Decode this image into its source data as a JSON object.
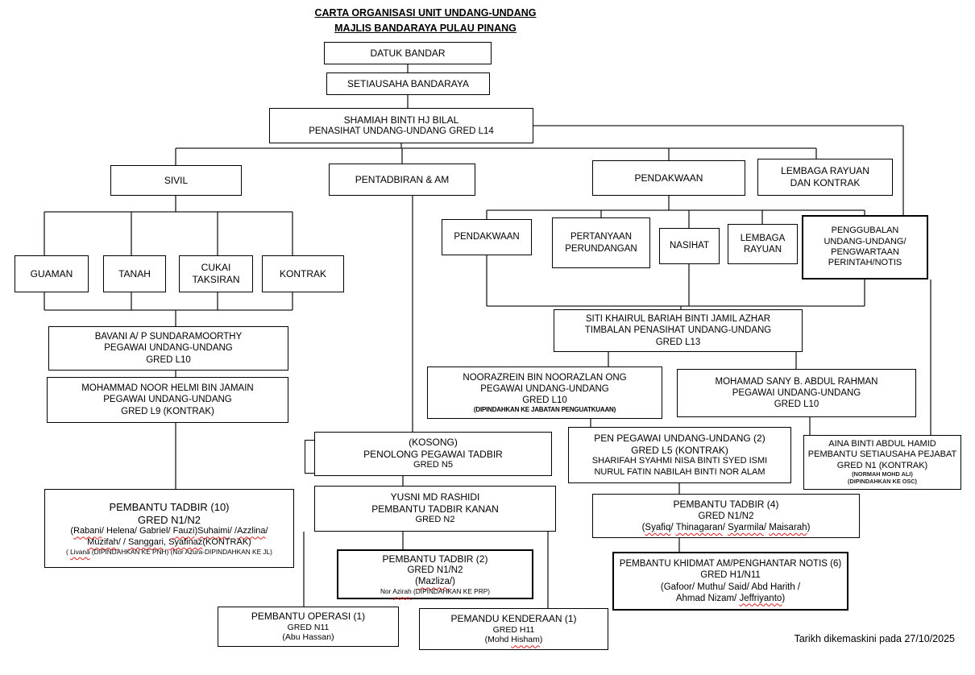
{
  "title": {
    "line1": "CARTA ORGANISASI UNIT UNDANG-UNDANG",
    "line2": "MAJLIS BANDARAYA PULAU PINANG"
  },
  "footer": {
    "updated": "Tarikh dikemaskini pada 27/10/2025"
  },
  "colors": {
    "box_border": "#000000",
    "spellcheck_underline": "#e01b1b",
    "background": "#ffffff",
    "text": "#000000"
  },
  "boxes": {
    "datuk": {
      "lines": [
        "DATUK BANDAR"
      ]
    },
    "setiausaha": {
      "lines": [
        "SETIAUSAHA BANDARAYA"
      ]
    },
    "shamiah": {
      "lines": [
        "SHAMIAH BINTI HJ BILAL",
        "PENASIHAT UNDANG-UNDANG GRED L14"
      ]
    },
    "sivil": {
      "lines": [
        "SIVIL"
      ]
    },
    "pentadbiran": {
      "lines": [
        "PENTADBIRAN & AM"
      ]
    },
    "pendakwaan_main": {
      "lines": [
        "PENDAKWAAN"
      ]
    },
    "lrk": {
      "lines": [
        "LEMBAGA RAYUAN",
        "DAN KONTRAK"
      ]
    },
    "guaman": {
      "lines": [
        "GUAMAN"
      ]
    },
    "tanah": {
      "lines": [
        "TANAH"
      ]
    },
    "cukai": {
      "lines": [
        "CUKAI",
        "TAKSIRAN"
      ]
    },
    "kontrak": {
      "lines": [
        "KONTRAK"
      ]
    },
    "bavani": {
      "lines": [
        "BAVANI A/ P SUNDARAMOORTHY",
        "PEGAWAI UNDANG-UNDANG",
        "GRED L10"
      ]
    },
    "helmi": {
      "lines": [
        "MOHAMMAD NOOR HELMI BIN JAMAIN",
        "PEGAWAI UNDANG-UNDANG",
        "GRED L9 (KONTRAK)"
      ]
    },
    "pt10": {
      "lines": [
        "PEMBANTU TADBIR (10)",
        "GRED N1/N2",
        [
          {
            "t": "("
          },
          {
            "t": "Rabani",
            "w": true
          },
          {
            "t": "/ Helena/ Gabriel/ "
          },
          {
            "t": "Fauzi",
            "w": true
          },
          {
            "t": ")"
          },
          {
            "t": "Suhaimi",
            "w": true
          },
          {
            "t": "/ /"
          },
          {
            "t": "Azzlina",
            "w": true
          },
          {
            "t": "/"
          }
        ],
        [
          {
            "t": "Muzifah",
            "w": true
          },
          {
            "t": "/ / "
          },
          {
            "t": "Sanggari",
            "w": true
          },
          {
            "t": ", "
          },
          {
            "t": "Syafinaz",
            "w": true
          },
          {
            "t": "(KONTRAK)"
          }
        ],
        [
          {
            "t": "( "
          },
          {
            "t": "Livana",
            "w": true
          },
          {
            "t": " (DIPINDAHKAN KE PNH) (Nor Azura-DIPINDAHKAN KE JL)"
          }
        ]
      ]
    },
    "kosong": {
      "lines": [
        "(KOSONG)",
        "PENOLONG PEGAWAI TADBIR",
        "GRED N5"
      ]
    },
    "yusni": {
      "lines": [
        "YUSNI MD RASHIDI",
        "PEMBANTU TADBIR KANAN",
        "GRED N2"
      ]
    },
    "pt2": {
      "lines": [
        "PEMBANTU TADBIR (2)",
        "GRED N1/N2",
        [
          {
            "t": "("
          },
          {
            "t": "Mazliza",
            "w": true
          },
          {
            "t": "/)"
          }
        ],
        [
          {
            "t": "Nor "
          },
          {
            "t": "Azirah",
            "w": true
          },
          {
            "t": " (DIPINDAHKAN KE PRP)"
          }
        ]
      ]
    },
    "operasi": {
      "lines": [
        "PEMBANTU OPERASI (1)",
        "GRED N11",
        "(Abu Hassan)"
      ]
    },
    "pemandu": {
      "lines": [
        "PEMANDU KENDERAAN (1)",
        "GRED H11",
        [
          {
            "t": "(Mohd "
          },
          {
            "t": "Hisham",
            "w": true
          },
          {
            "t": ")"
          }
        ]
      ]
    },
    "pendakwaan_sub": {
      "lines": [
        "PENDAKWAAN"
      ]
    },
    "pertanyaan": {
      "lines": [
        "PERTANYAAN",
        "PERUNDANGAN"
      ]
    },
    "nasihat": {
      "lines": [
        "NASIHAT"
      ]
    },
    "lr_sub": {
      "lines": [
        "LEMBAGA",
        "RAYUAN"
      ]
    },
    "penggubalan": {
      "lines": [
        "PENGGUBALAN",
        "UNDANG-UNDANG/",
        "PENGWARTAAN",
        "PERINTAH/NOTIS"
      ]
    },
    "siti": {
      "lines": [
        "SITI KHAIRUL BARIAH BINTI JAMIL AZHAR",
        "TIMBALAN PENASIHAT UNDANG-UNDANG",
        "GRED L13"
      ]
    },
    "noorazrein": {
      "lines": [
        "NOORAZREIN BIN NOORAZLAN ONG",
        "PEGAWAI UNDANG-UNDANG",
        "GRED L10",
        "(DIPINDAHKAN KE JABATAN PENGUATKUAAN)"
      ]
    },
    "sany": {
      "lines": [
        "MOHAMAD SANY B. ABDUL RAHMAN",
        "PEGAWAI UNDANG-UNDANG",
        "GRED L10"
      ]
    },
    "pen_pegawai": {
      "lines": [
        "PEN PEGAWAI UNDANG-UNDANG (2)",
        "GRED L5 (KONTRAK)",
        "SHARIFAH SYAHMI NISA BINTI SYED ISMI",
        "NURUL FATIN NABILAH BINTI NOR ALAM"
      ]
    },
    "aina": {
      "lines": [
        "AINA BINTI ABDUL HAMID",
        "PEMBANTU SETIAUSAHA PEJABAT",
        "GRED N1 (KONTRAK)",
        "(NORMAH MOHD ALI)",
        "(DIPINDAHKAN KE OSC)"
      ]
    },
    "pt4": {
      "lines": [
        "PEMBANTU TADBIR (4)",
        "GRED N1/N2",
        [
          {
            "t": "("
          },
          {
            "t": "Syafiq",
            "w": true
          },
          {
            "t": "/ "
          },
          {
            "t": "Thinagaran",
            "w": true
          },
          {
            "t": "/ "
          },
          {
            "t": "Syarmila",
            "w": true
          },
          {
            "t": "/ "
          },
          {
            "t": "Maisarah",
            "w": true
          },
          {
            "t": ")"
          }
        ]
      ]
    },
    "khidmat": {
      "lines": [
        "PEMBANTU KHIDMAT AM/PENGHANTAR NOTIS (6)",
        "GRED H1/N11",
        "(Gafoor/ Muthu/ Said/ Abd Harith /",
        [
          {
            "t": "Ahmad Nizam/ "
          },
          {
            "t": "Jeffriyanto",
            "w": true
          },
          {
            "t": ")"
          }
        ]
      ]
    }
  }
}
